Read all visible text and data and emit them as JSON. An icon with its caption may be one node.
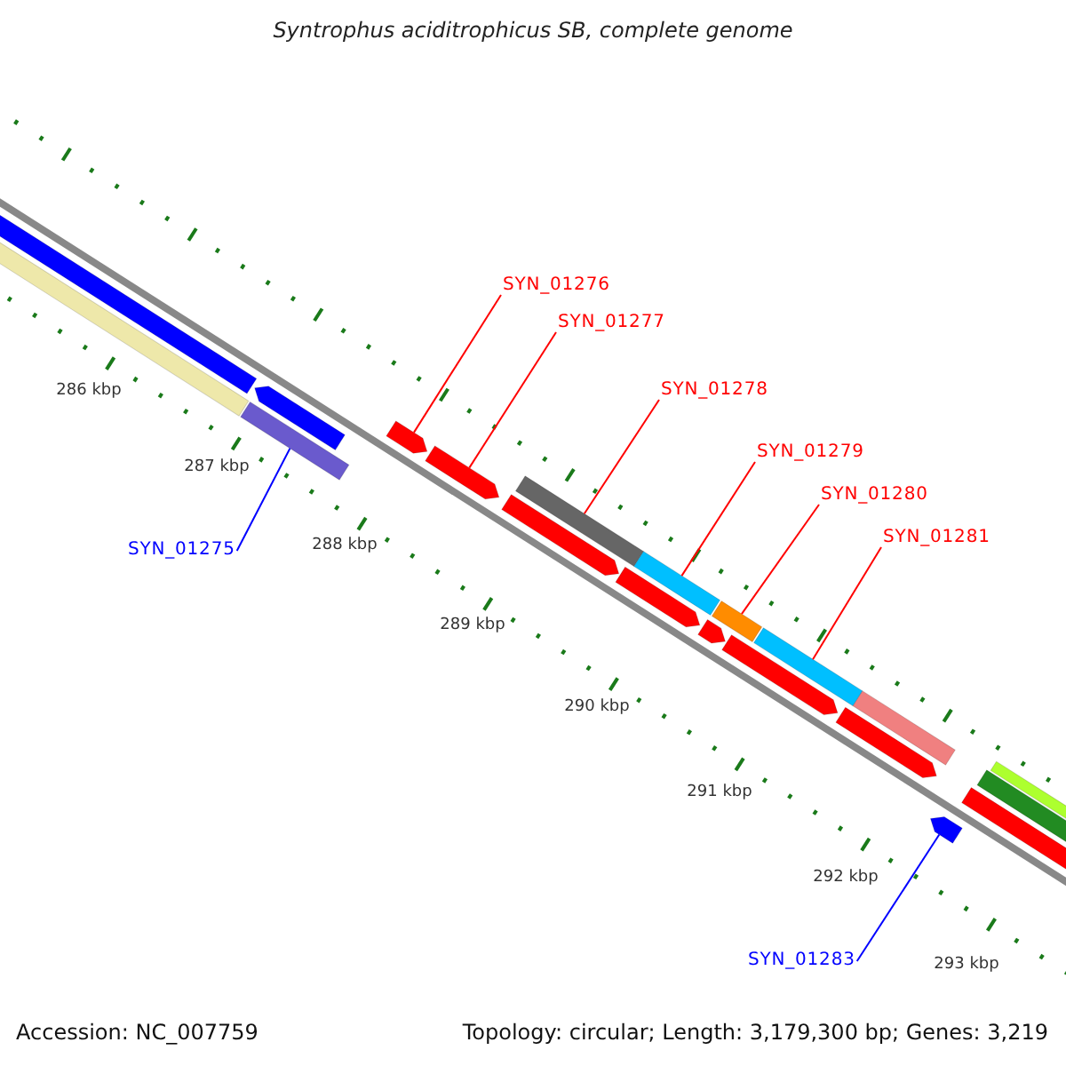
{
  "diagram": {
    "title": "Syntrophus aciditrophicus SB, complete genome",
    "nodes": [
      {
        "text": [
          "SYN_01275"
        ]
      },
      {
        "text": [],
        "shape": "bar"
      },
      {
        "text": [
          "SYN_01276"
        ]
      },
      {
        "text": [],
        "shape": "arrow"
      },
      {
        "text": [
          "SYN_01277"
        ]
      },
      {
        "text": [],
        "shape": "arrow"
      },
      {
        "text": [
          "SYN_01278"
        ]
      },
      {
        "text": [],
        "shape": "bar"
      },
      {
        "text": [
          "SYN_01279"
        ]
      },
      {
        "text": [],
        "shape": "bar"
      },
      {
        "text": [
          "SYN_01280"
        ]
      },
      {
        "text": [],
        "shape": "bar"
      },
      {
        "text": [
          "SYN_01281"
        ]
      },
      {
        "text": [],
        "shape": "bar"
      },
      {
        "text": [
          "SYN_01283"
        ]
      },
      {
        "text": [],
        "shape": "arrow"
      }
    ],
    "edges": [
      {
        "from": 0,
        "to": 1,
        "arrow": "none",
        "color": "#0000ff"
      },
      {
        "from": 2,
        "to": 3,
        "arrow": "none"
      },
      {
        "from": 4,
        "to": 5,
        "arrow": "none"
      },
      {
        "from": 6,
        "to": 7,
        "arrow": "none"
      },
      {
        "from": 8,
        "to": 9,
        "arrow": "none"
      },
      {
        "from": 10,
        "to": 11,
        "arrow": "none"
      },
      {
        "from": 12,
        "to": 13,
        "arrow": "none"
      },
      {
        "from": 14,
        "to": 15,
        "arrow": "none",
        "color": "#0000ff"
      }
    ],
    "labels": [
      "286 kbp",
      "287 kbp",
      "288 kbp",
      "289 kbp",
      "290 kbp",
      "291 kbp",
      "292 kbp",
      "293 kbp",
      "Accession: NC_007759",
      "Topology: circular; Length: 3,179,300 bp; Genes: 3,219"
    ]
  }
}
